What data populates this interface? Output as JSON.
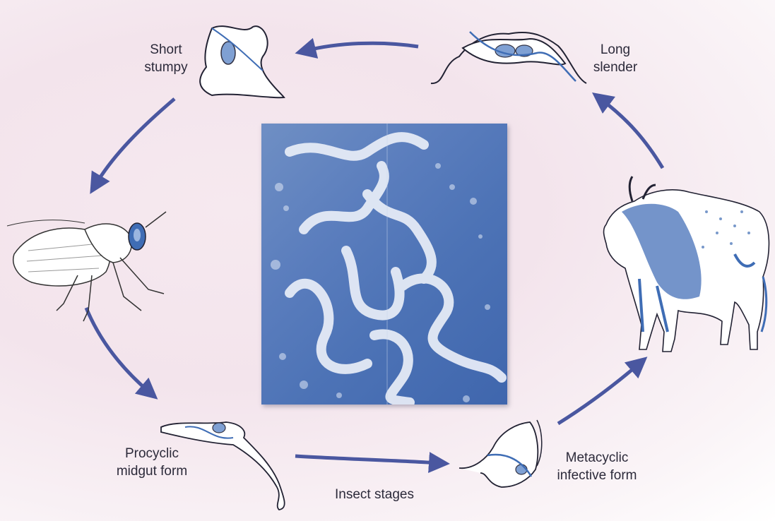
{
  "labels": {
    "short_stumpy": "Short\nstumpy",
    "long_slender": "Long\nslender",
    "procyclic": "Procyclic\nmidgut form",
    "metacyclic": "Metacyclic\ninfective form",
    "insect_stages": "Insect stages"
  },
  "colors": {
    "arrow": "#4a57a0",
    "parasite_outline": "#223",
    "parasite_fill": "#ffffff",
    "accent_blue": "#3f6db5",
    "micrograph": "#5a7dbd"
  },
  "icons": {
    "host": "cattle-illustration",
    "vector": "tsetse-fly-illustration",
    "center": "trypanosome-micrograph"
  }
}
